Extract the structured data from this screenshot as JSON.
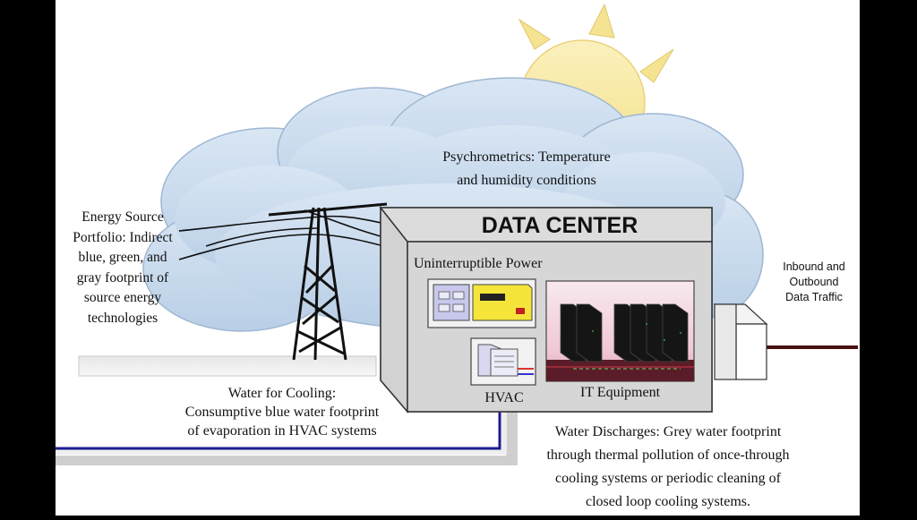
{
  "energy_source": {
    "lines": [
      "Energy Source",
      "Portfolio: Indirect",
      "blue, green, and",
      "gray footprint of",
      "source energy",
      "technologies"
    ]
  },
  "psychrometrics": {
    "lines": [
      "Psychrometrics: Temperature",
      "and humidity conditions"
    ]
  },
  "data_center": {
    "title": "DATA CENTER",
    "ups_label": "Uninterruptible Power",
    "hvac_label": "HVAC",
    "it_label": "IT Equipment"
  },
  "data_traffic": {
    "lines": [
      "Inbound and",
      "Outbound",
      "Data Traffic"
    ]
  },
  "water_cooling": {
    "lines": [
      "Water for Cooling:",
      "Consumptive blue water footprint",
      "of evaporation in HVAC systems"
    ]
  },
  "water_discharge": {
    "lines": [
      "Water Discharges: Grey water footprint",
      "through thermal pollution of once-through",
      "cooling systems or periodic cleaning of",
      "closed loop cooling systems."
    ]
  },
  "colors": {
    "cloud": "#c8daee",
    "sun": "#f6e7a0",
    "water_pipe": "#1c1c8c",
    "data_cable": "#4a1010",
    "box_face": "#d6d6d6"
  }
}
